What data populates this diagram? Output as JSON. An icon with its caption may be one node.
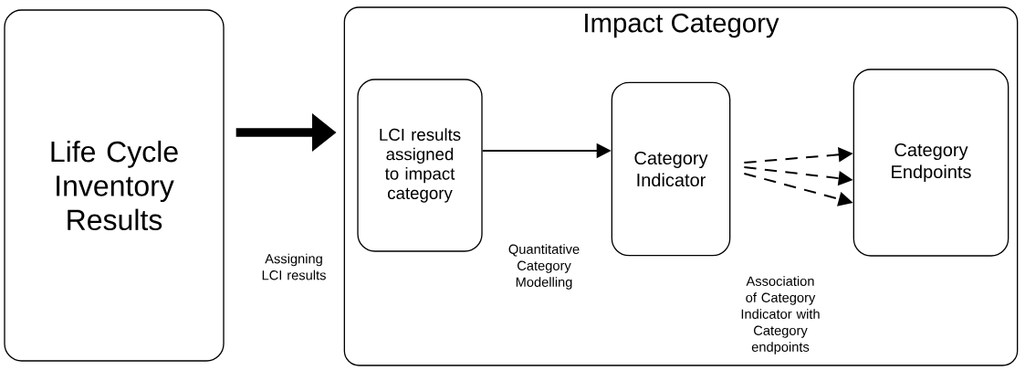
{
  "diagram": {
    "nodes": [
      {
        "text": [
          "Life Cycle Inventory Results"
        ]
      },
      {
        "text": [
          "Impact Category"
        ]
      },
      {
        "text": [
          "LCI results assigned to impact category"
        ],
        "in": 1
      },
      {
        "text": [
          "Category Indicator"
        ],
        "in": 1
      },
      {
        "text": [
          "Category Endpoints"
        ],
        "in": 1
      }
    ],
    "edges": [
      {
        "from": 0,
        "to": 1,
        "arrow": "to",
        "style": "thick"
      },
      {
        "from": 2,
        "to": 3,
        "arrow": "to"
      },
      {
        "from": 3,
        "to": 4,
        "arrow": "to",
        "style": "dashed"
      },
      {
        "from": 3,
        "to": 4,
        "arrow": "to",
        "style": "dashed"
      },
      {
        "from": 3,
        "to": 4,
        "arrow": "to",
        "style": "dashed"
      }
    ],
    "labels": [
      "Assigning LCI results",
      "Quantitative Category Modelling",
      "Association of Category Indicator with Category endpoints"
    ]
  }
}
